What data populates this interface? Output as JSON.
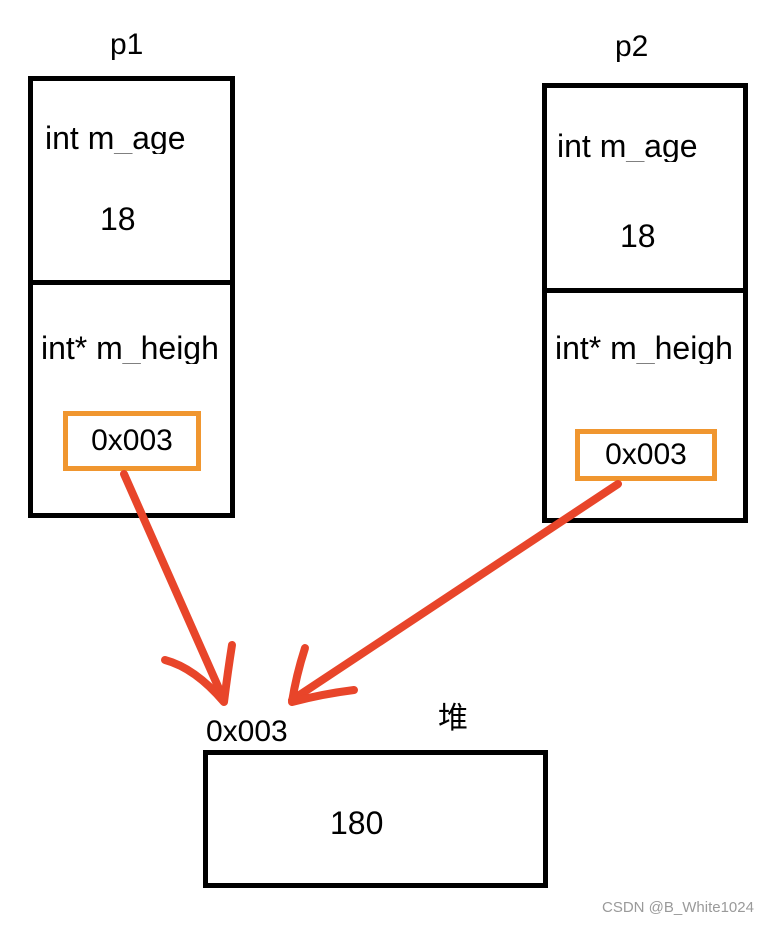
{
  "p1": {
    "name": "p1",
    "field1_label": "int m_age",
    "field1_value": "18",
    "field2_label": "int* m_heigh",
    "field2_value": "0x003"
  },
  "p2": {
    "name": "p2",
    "field1_label": "int m_age",
    "field1_value": "18",
    "field2_label": "int* m_heigh",
    "field2_value": "0x003"
  },
  "heap": {
    "address": "0x003",
    "label": "堆",
    "value": "180"
  },
  "watermark": "CSDN @B_White1024",
  "colors": {
    "box_border": "#000000",
    "highlight": "#f0962f",
    "arrow": "#e8452a"
  }
}
